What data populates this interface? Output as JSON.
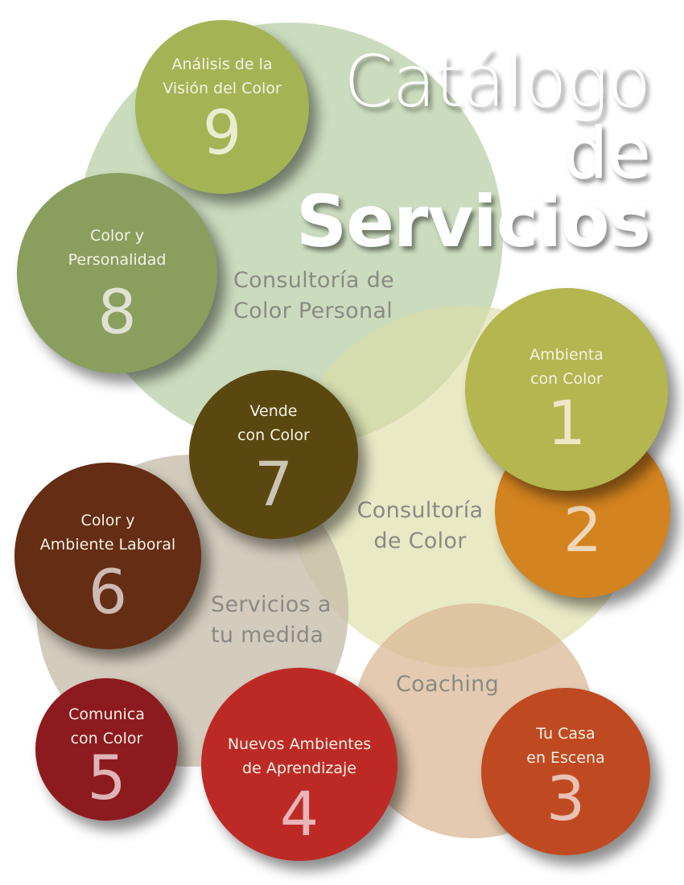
{
  "title": {
    "line1": "Catálogo",
    "line2": "de",
    "line3": "Servicios"
  },
  "categories": [
    {
      "id": "personal",
      "label": "Consultoría de\nColor Personal",
      "color": "#c9d9b9"
    },
    {
      "id": "color",
      "label": "Consultoría\nde Color",
      "color": "#e4e3bd"
    },
    {
      "id": "medida",
      "label": "Servicios a\ntu medida",
      "color": "#d3c8b7"
    },
    {
      "id": "coaching",
      "label": "Coaching",
      "color": "#e2c6aa"
    }
  ],
  "services": [
    {
      "number": "1",
      "label": "Ambienta\ncon Color",
      "color": "#b4b650",
      "number_color": "#ede7c8"
    },
    {
      "number": "2",
      "label": "",
      "color": "#d3831f",
      "number_color": "#f0d7b9"
    },
    {
      "number": "3",
      "label": "Tu Casa\nen Escena",
      "color": "#bf4a22",
      "number_color": "#eac2b5"
    },
    {
      "number": "4",
      "label": "Nuevos Ambientes\nde Aprendizaje",
      "color": "#bd2a26",
      "number_color": "#e8b4b7"
    },
    {
      "number": "5",
      "label": "Comunica\ncon Color",
      "color": "#8d1a1e",
      "number_color": "#dfb4b8"
    },
    {
      "number": "6",
      "label": "Color  y\nAmbiente Laboral",
      "color": "#642d14",
      "number_color": "#cdbab4"
    },
    {
      "number": "7",
      "label": "Vende\ncon Color",
      "color": "#5b4810",
      "number_color": "#cdc5b4"
    },
    {
      "number": "8",
      "label": "Color y\nPersonalidad",
      "color": "#8a9e5e",
      "number_color": "#dfe2d2"
    },
    {
      "number": "9",
      "label": "Análisis de la\nVisión del Color",
      "color": "#a4b455",
      "number_color": "#eaecd2"
    }
  ]
}
